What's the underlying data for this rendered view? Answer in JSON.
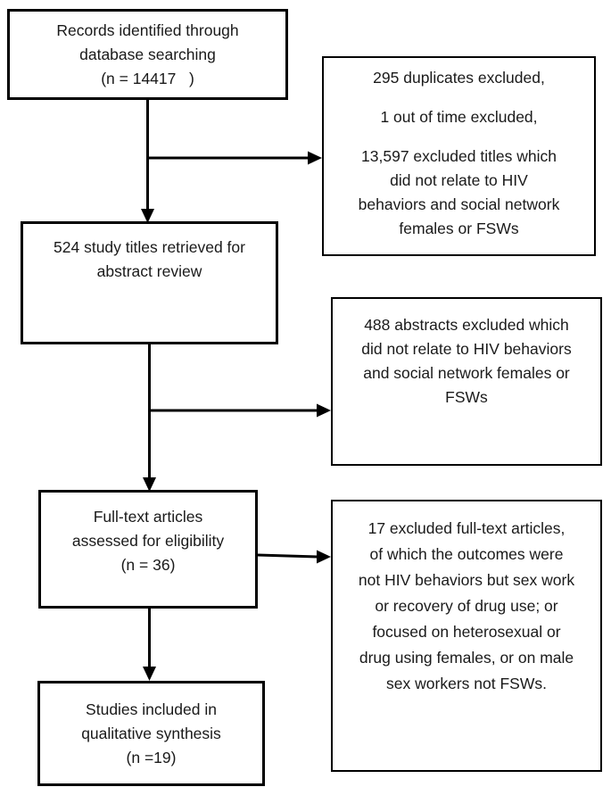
{
  "colors": {
    "box_border": "#000000",
    "text": "#1a1a1a",
    "background": "#ffffff",
    "arrow": "#000000"
  },
  "flowchart": {
    "identification_box": {
      "lines": [
        "Records identified through",
        "database searching",
        "(n = 14417   )"
      ]
    },
    "title_exclusion_box": {
      "lines": [
        "295 duplicates excluded,",
        "1 out of time excluded,",
        "13,597 excluded titles which",
        "did not relate to HIV",
        "behaviors and social network",
        "females or FSWs"
      ]
    },
    "abstract_review_box": {
      "lines": [
        "524 study titles retrieved for",
        "abstract review"
      ]
    },
    "abstract_exclusion_box": {
      "lines": [
        "488 abstracts excluded which",
        "did not relate to HIV behaviors",
        "and social network females or",
        "FSWs"
      ]
    },
    "fulltext_box": {
      "lines": [
        "Full-text articles",
        "assessed for eligibility",
        "(n = 36)"
      ]
    },
    "fulltext_exclusion_box": {
      "lines": [
        "17 excluded full-text articles,",
        "of which the outcomes were",
        "not HIV behaviors but sex work",
        "or recovery of drug use; or",
        "focused on heterosexual or",
        "drug using females, or on male",
        "sex workers not FSWs."
      ]
    },
    "included_box": {
      "lines": [
        "Studies included in",
        "qualitative synthesis",
        "(n =19)"
      ]
    }
  }
}
